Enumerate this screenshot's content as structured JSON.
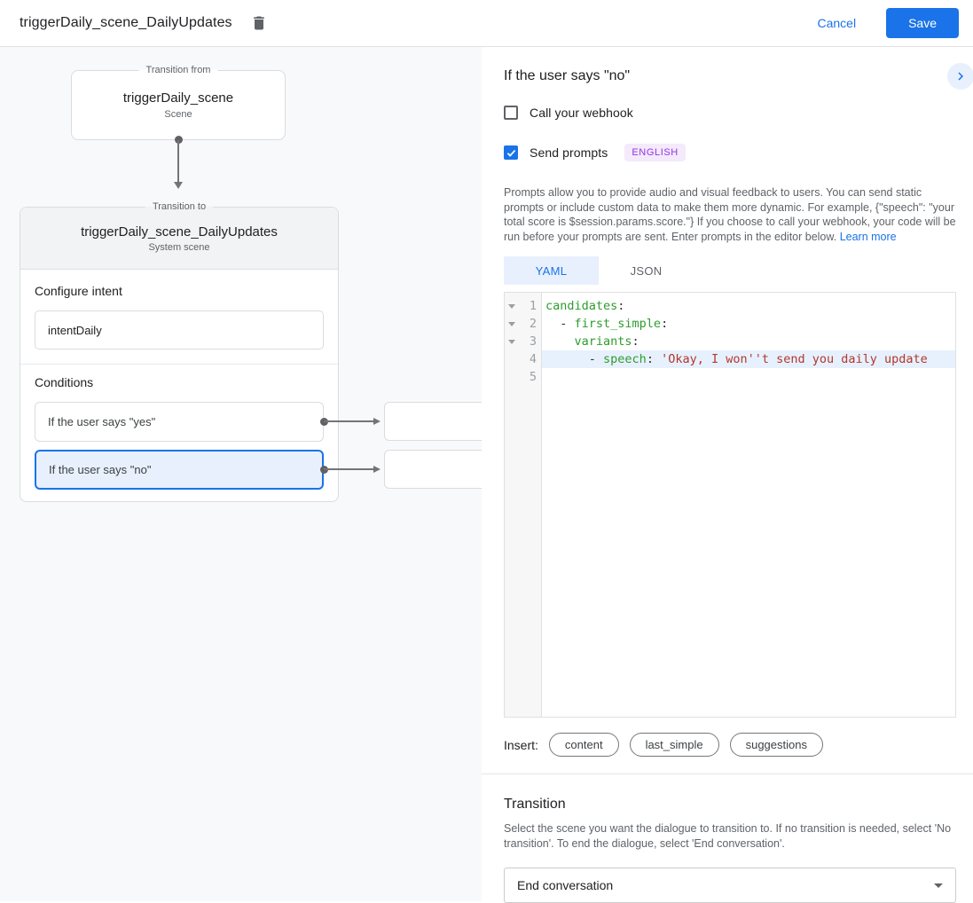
{
  "header": {
    "title": "triggerDaily_scene_DailyUpdates",
    "cancel_label": "Cancel",
    "save_label": "Save"
  },
  "canvas": {
    "transition_from": {
      "legend": "Transition from",
      "title": "triggerDaily_scene",
      "subtitle": "Scene"
    },
    "transition_to": {
      "legend": "Transition to",
      "title": "triggerDaily_scene_DailyUpdates",
      "subtitle": "System scene",
      "configure_intent_label": "Configure intent",
      "intent_value": "intentDaily",
      "conditions_label": "Conditions",
      "conditions": [
        {
          "label": "If the user says \"yes\"",
          "selected": false
        },
        {
          "label": "If the user says \"no\"",
          "selected": true
        }
      ]
    }
  },
  "panel": {
    "title": "If the user says \"no\"",
    "webhook": {
      "label": "Call your webhook",
      "checked": false
    },
    "prompts": {
      "label": "Send prompts",
      "checked": true,
      "language_badge": "ENGLISH"
    },
    "description": "Prompts allow you to provide audio and visual feedback to users. You can send static prompts or include custom data to make them more dynamic. For example, {\"speech\": \"your total score is $session.params.score.\"} If you choose to call your webhook, your code will be run before your prompts are sent. Enter prompts in the editor below.",
    "learn_more_label": "Learn more",
    "tabs": [
      {
        "label": "YAML",
        "active": true
      },
      {
        "label": "JSON",
        "active": false
      }
    ],
    "editor": {
      "line1": {
        "num": "1",
        "fold": true,
        "indent": "",
        "key": "candidates",
        "sep": ":"
      },
      "line2": {
        "num": "2",
        "fold": true,
        "indent": "  - ",
        "key": "first_simple",
        "sep": ":"
      },
      "line3": {
        "num": "3",
        "fold": true,
        "indent": "    ",
        "key": "variants",
        "sep": ":"
      },
      "line4": {
        "num": "4",
        "fold": false,
        "active": true,
        "indent": "      - ",
        "key": "speech",
        "sep": ": ",
        "string": "'Okay, I won''t send you daily update"
      },
      "line5": {
        "num": "5"
      }
    },
    "insert": {
      "label": "Insert:",
      "chips": [
        "content",
        "last_simple",
        "suggestions"
      ]
    },
    "transition": {
      "title": "Transition",
      "description": "Select the scene you want the dialogue to transition to. If no transition is needed, select 'No transition'. To end the dialogue, select 'End conversation'.",
      "select_value": "End conversation"
    }
  },
  "icons": {
    "delete": "trash-icon",
    "collapse": "chevron-right-icon",
    "checkbox_check": "check-icon",
    "gutter_fold": "triangle-down-icon",
    "select_caret": "caret-down-icon"
  },
  "colors": {
    "accent_blue": "#1a73e8",
    "selection_blue_bg": "#e8f0fe",
    "text_primary": "#202124",
    "text_secondary": "#5f6368",
    "border_gray": "#dadce0",
    "canvas_bg": "#f8f9fa",
    "scene_header_bg": "#f1f3f4",
    "badge_purple_bg": "#f4eafb",
    "badge_purple_text": "#9334e6",
    "code_key_green": "#2d9c2d",
    "code_string_red": "#b3362c",
    "active_line_bg": "#e7f1fd"
  }
}
